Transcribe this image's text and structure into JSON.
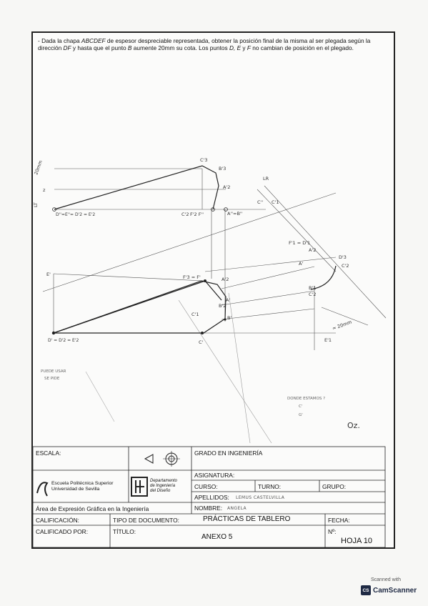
{
  "statement": {
    "bullet": "- ",
    "p1": "Dada la chapa ",
    "name": "ABCDEF",
    "p2": " de espesor despreciable representada, obtener la posición final de la misma al ser plegada según la dirección ",
    "dir": "DF",
    "p3": " y hasta que el punto ",
    "pt": "B",
    "p4": " aumente 20mm su cota. Los puntos ",
    "pts": "D, E",
    "p5": " y ",
    "ptf": "F",
    "p6": " no cambian de posición en el plegado."
  },
  "drawing_labels": {
    "dim_20mm": "20mm",
    "z_label": "z",
    "lt_label": "LT",
    "lr_label": "LR",
    "c3": "C'3",
    "b3": "B'3",
    "a2": "A'2",
    "c2": "C''",
    "c1": "C'1",
    "d_elev": "D''=E''= D'2 = E'2",
    "c2f": "C'2",
    "f_elev": "F'2 F''",
    "ab_elev": "A''=B''",
    "e_aux": "E'",
    "f_plan": "F'3 = F'",
    "a2_plan": "A'2",
    "e_plan": "E'",
    "ap": "A'",
    "b2p": "B'2",
    "bp": "B'",
    "cp": "C'",
    "c1p": "C'1",
    "d_plan": "D' = D'2 = E'2",
    "f1": "F'1 = D'1",
    "a2r": "A'2",
    "d3": "D'3",
    "c2r": "C'2",
    "a_r": "A'",
    "b_r": "B'1",
    "c_r": "C'2",
    "dim2": "≈ 20mm",
    "e_r": "E'1",
    "note1": "PUEDE USAR",
    "note2": "SE PIDE",
    "note3": "DONDE ESTAMOS ?",
    "note4": "C'",
    "note5": "G'",
    "sign": "Oz."
  },
  "title_block": {
    "escala": "ESCALA:",
    "grado": "GRADO EN INGENIERÍA",
    "asignatura": "ASIGNATURA:",
    "school1": "Escuela Politécnica Superior",
    "school2": "Universidad de Sevilla",
    "dept1": "Departamento",
    "dept2": "de Ingeniería",
    "dept3": "del Diseño",
    "curso": "CURSO:",
    "turno": "TURNO:",
    "grupo": "GRUPO:",
    "apellidos": "APELLIDOS:",
    "apellidos_value": "LEMUS CASTELVILLA",
    "area": "Área de Expresión Gráfica en la Ingeniería",
    "nombre": "NOMBRE:",
    "nombre_value": "ANGELA",
    "calificacion": "CALIFICACIÓN:",
    "tipo": "TIPO DE DOCUMENTO:",
    "tipo_value": "PRÁCTICAS DE TABLERO",
    "fecha": "FECHA:",
    "calificado": "CALIFICADO POR:",
    "titulo": "TÍTULO:",
    "anexo": "ANEXO 5",
    "num": "Nº:",
    "hoja": "HOJA 10"
  },
  "scanner": {
    "line1": "Scanned with",
    "logo": "CS",
    "line2": "CamScanner"
  }
}
